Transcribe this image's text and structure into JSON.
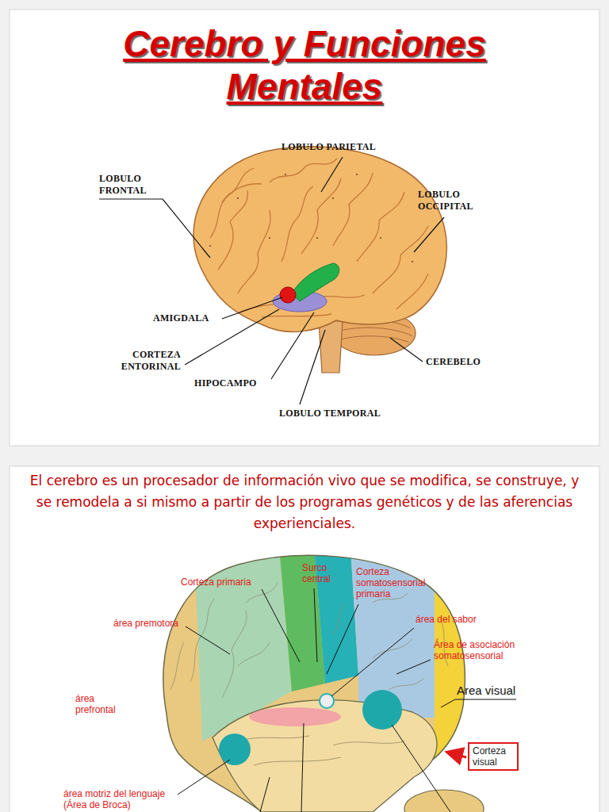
{
  "diagram": {
    "title": "Cerebro y Funciones Mentales",
    "nodes": [
      {
        "text": [
          "Corteza visual"
        ]
      }
    ],
    "labels": [
      "LOBULO PARIETAL",
      "LOBULO FRONTAL",
      "LOBULO OCCIPITAL",
      "AMIGDALA",
      "CORTEZA ENTORINAL",
      "HIPOCAMPO",
      "CEREBELO",
      "LOBULO TEMPORAL",
      "El cerebro es un procesador de información vivo que se modifica, se construye, y se remodela a si mismo a partir de los programas genéticos y de las aferencias experienciales.",
      "Corteza primaria",
      "Surco central",
      "Corteza somatosensorial primaria",
      "área premotora",
      "área del sabor",
      "Área de asociación somatosensorial",
      "Area visual",
      "área prefrontal",
      "área motriz del lenguaje (Área de Broca)"
    ]
  }
}
